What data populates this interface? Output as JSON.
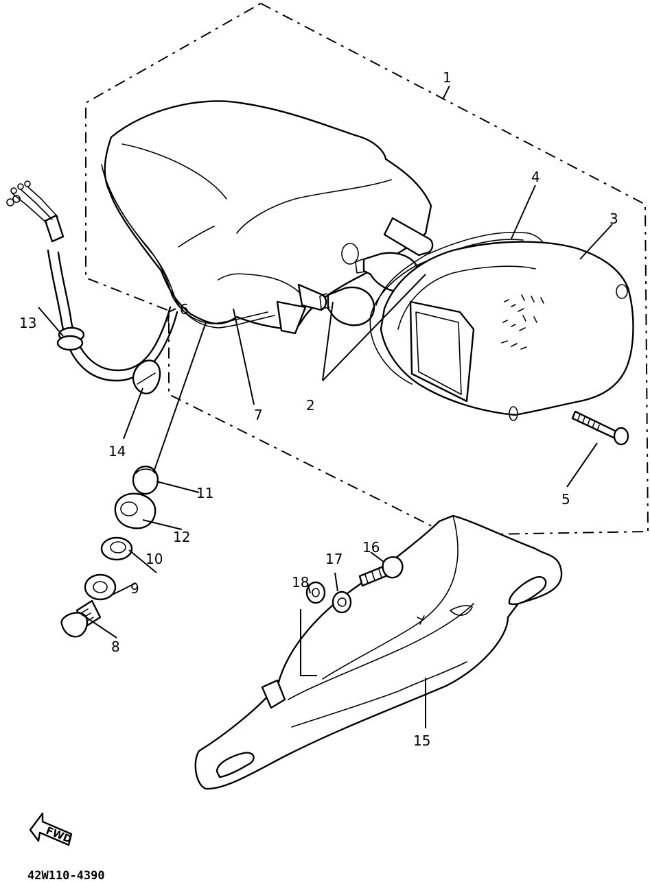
{
  "diagram": {
    "part_number": "42W110-4390",
    "fwd_label": "FWD",
    "callouts": [
      {
        "id": "c1",
        "label": "1"
      },
      {
        "id": "c2",
        "label": "2"
      },
      {
        "id": "c3",
        "label": "3"
      },
      {
        "id": "c4",
        "label": "4"
      },
      {
        "id": "c5",
        "label": "5"
      },
      {
        "id": "c6",
        "label": "6"
      },
      {
        "id": "c7",
        "label": "7"
      },
      {
        "id": "c8",
        "label": "8"
      },
      {
        "id": "c9",
        "label": "9"
      },
      {
        "id": "c10",
        "label": "10"
      },
      {
        "id": "c11",
        "label": "11"
      },
      {
        "id": "c12",
        "label": "12"
      },
      {
        "id": "c13",
        "label": "13"
      },
      {
        "id": "c14",
        "label": "14"
      },
      {
        "id": "c15",
        "label": "15"
      },
      {
        "id": "c16",
        "label": "16"
      },
      {
        "id": "c17",
        "label": "17"
      },
      {
        "id": "c18",
        "label": "18"
      }
    ]
  }
}
